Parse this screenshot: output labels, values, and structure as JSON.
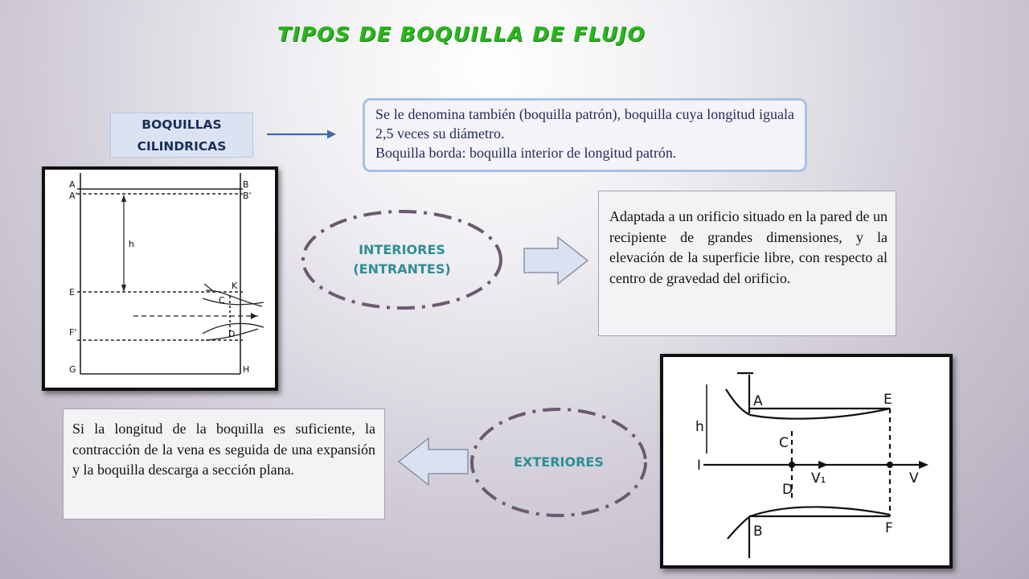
{
  "title": "TIPOS DE BOQUILLA DE FLUJO",
  "cilindricas": {
    "label_line1": "BOQUILLAS",
    "label_line2": "CILINDRICAS",
    "description_line1": "Se le denomina también (boquilla patrón), boquilla cuya longitud iguala 2,5 veces su diámetro.",
    "description_line2": "Boquilla borda: boquilla interior de longitud patrón."
  },
  "interiores": {
    "label_line1": "INTERIORES",
    "label_line2": "(ENTRANTES)",
    "description": "Adaptada a un orificio situado en la pared de un recipiente de grandes dimensiones, y la elevación de la superficie libre, con respecto al centro de gravedad del orificio."
  },
  "exteriores": {
    "label": "EXTERIORES",
    "description": "Si la longitud de la boquilla es suficiente, la contracción de la vena es seguida de una expansión y la boquilla descarga a sección plana."
  },
  "figure_interior": {
    "labels": {
      "a": "A",
      "a_prime": "A'",
      "b": "B",
      "b_prime": "B'",
      "h": "h",
      "e": "E",
      "k": "K",
      "c": "C",
      "f_prime": "F'",
      "d": "D",
      "g": "G",
      "h_corner": "H"
    }
  },
  "figure_exterior": {
    "labels": {
      "a": "A",
      "e": "E",
      "h": "h",
      "c": "C",
      "i": "I",
      "v1": "V₁",
      "v": "V",
      "d": "D",
      "b": "B",
      "f": "F"
    }
  },
  "colors": {
    "title_green": "#2bb51f",
    "label_teal": "#2f8e95",
    "arrow_blue": "#3a6bb0",
    "dashed_ellipse": "#6b5a70",
    "block_arrow_fill": "#d9e2f0",
    "block_arrow_stroke": "#8a92a6"
  }
}
